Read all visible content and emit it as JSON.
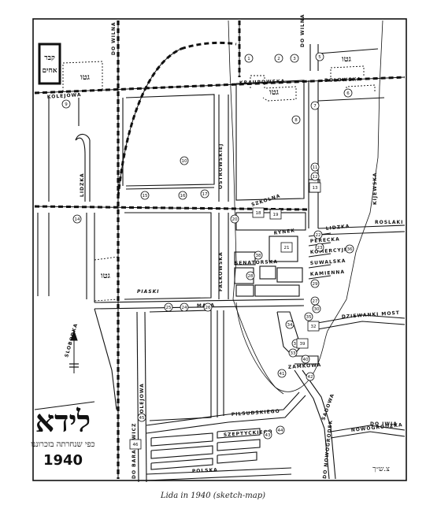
{
  "map": {
    "title_hebrew": "לידא",
    "subtitle_hebrew": "כפי שנחרתה בזכרוננו",
    "year": "1940",
    "cemetery_label": "קבר אחים",
    "ghetto_label": "גטו",
    "signature": "צ.ש״ך",
    "caption": "Lida in 1940 (sketch-map)",
    "streets": {
      "do_wilna_left": "DO WILNA",
      "do_wilna_right": "DO WILNA",
      "kolejowa": "KOLEJOWA",
      "kraupowska": "KRAUPOWSKA",
      "dolowska": "DOLOWSKA",
      "szkolna": "SZKOLNA",
      "roslaki": "ROSLAKI",
      "lidzka": "LIDZKA",
      "rynek": "RYNEK",
      "piaski": "PIASKI",
      "slobodka": "SLOBODKA",
      "dziewanki_most": "DZIEWANKI MOST",
      "zamkowa": "ZAMKOWA",
      "pilsudskiego": "PILSUDSKIEGO",
      "do_baranowicz": "DO BARANOWICZ",
      "polska": "POLSKA",
      "do_nowogrodek": "DO NOWOGRODEK",
      "nowogrodzka": "NOWOGRODZKA",
      "do_iwja": "DO IWJA",
      "szeptyckiego": "SZEPTYCKIEGO",
      "sadowa": "SADOWA",
      "senatorska": "SENATORSKA",
      "perecka": "PERECKA",
      "komercyjna": "KOMERCYJNA",
      "suwalska": "SUWALSKA",
      "kamienna": "KAMIENNA",
      "mala": "MALA",
      "falklowska": "FALKOWSKA",
      "kolejowa_vertical": "KOLEJOWA",
      "ostrowskiej": "OSTROWSKIEJ",
      "kijewska": "KIJEWSKA",
      "lidzka_v": "LIDZKA"
    },
    "markers": [
      {
        "id": "m1",
        "label": "1"
      },
      {
        "id": "m2",
        "label": "2"
      },
      {
        "id": "m3",
        "label": "3"
      },
      {
        "id": "m5",
        "label": "5"
      },
      {
        "id": "m6",
        "label": "6"
      },
      {
        "id": "m7",
        "label": "7"
      },
      {
        "id": "m8",
        "label": "8"
      },
      {
        "id": "m9",
        "label": "9"
      },
      {
        "id": "m10",
        "label": "10"
      },
      {
        "id": "m11",
        "label": "11"
      },
      {
        "id": "m12",
        "label": "12"
      },
      {
        "id": "m13",
        "label": "13"
      },
      {
        "id": "m14",
        "label": "14"
      },
      {
        "id": "m15",
        "label": "15"
      },
      {
        "id": "m16",
        "label": "16"
      },
      {
        "id": "m17",
        "label": "17"
      },
      {
        "id": "m18",
        "label": "18"
      },
      {
        "id": "m19",
        "label": "19"
      },
      {
        "id": "m20",
        "label": "20"
      },
      {
        "id": "m21",
        "label": "21"
      },
      {
        "id": "m22",
        "label": "22"
      },
      {
        "id": "m23",
        "label": "23"
      },
      {
        "id": "m24",
        "label": "24"
      },
      {
        "id": "m25",
        "label": "25"
      },
      {
        "id": "m26",
        "label": "26"
      },
      {
        "id": "m27",
        "label": "27"
      },
      {
        "id": "m28",
        "label": "28"
      },
      {
        "id": "m29",
        "label": "29"
      },
      {
        "id": "m30",
        "label": "30"
      },
      {
        "id": "m31",
        "label": "31"
      },
      {
        "id": "m32",
        "label": "32"
      },
      {
        "id": "m33",
        "label": "33"
      },
      {
        "id": "m34",
        "label": "34"
      },
      {
        "id": "m35",
        "label": "35"
      },
      {
        "id": "m36",
        "label": "36"
      },
      {
        "id": "m38",
        "label": "38"
      },
      {
        "id": "m39",
        "label": "39"
      },
      {
        "id": "m40",
        "label": "40"
      },
      {
        "id": "m41",
        "label": "41"
      },
      {
        "id": "m42",
        "label": "42"
      },
      {
        "id": "m43",
        "label": "43"
      },
      {
        "id": "m44",
        "label": "44"
      },
      {
        "id": "m45",
        "label": "45"
      },
      {
        "id": "m46",
        "label": "46"
      }
    ]
  }
}
